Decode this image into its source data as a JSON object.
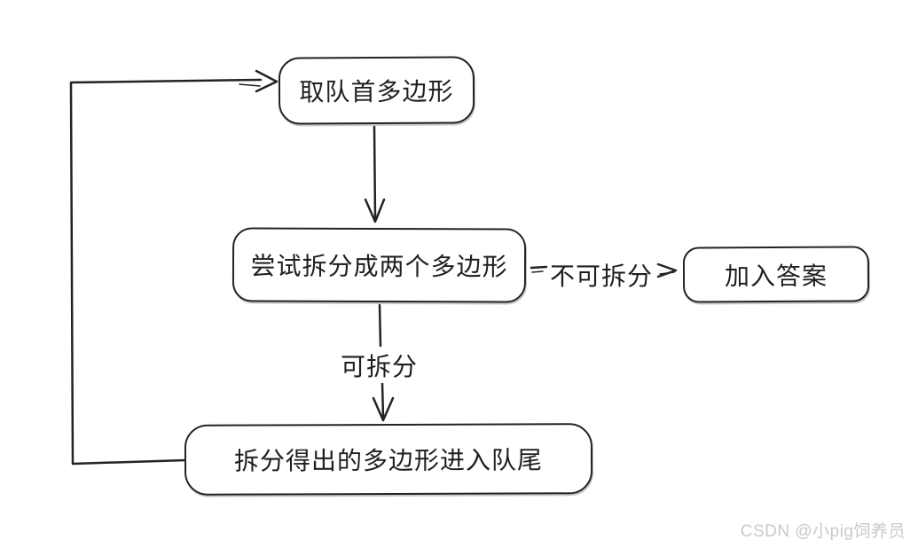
{
  "diagram": {
    "title": "polygon-splitting-queue-flowchart",
    "stroke_color": "#232323",
    "background_color": "#ffffff",
    "nodes": {
      "take_front": {
        "label": "取队首多边形"
      },
      "try_split": {
        "label": "尝试拆分成两个多边形"
      },
      "add_answer": {
        "label": "加入答案"
      },
      "enqueue": {
        "label": "拆分得出的多边形进入队尾"
      }
    },
    "edges": {
      "take_front_to_try_split": {
        "label": ""
      },
      "try_split_to_add_answer": {
        "label": "不可拆分"
      },
      "try_split_to_enqueue": {
        "label": "可拆分"
      },
      "enqueue_to_take_front": {
        "label": ""
      }
    }
  },
  "watermark": {
    "text": "CSDN @小pig饲养员",
    "color": "#c9c9c9"
  }
}
